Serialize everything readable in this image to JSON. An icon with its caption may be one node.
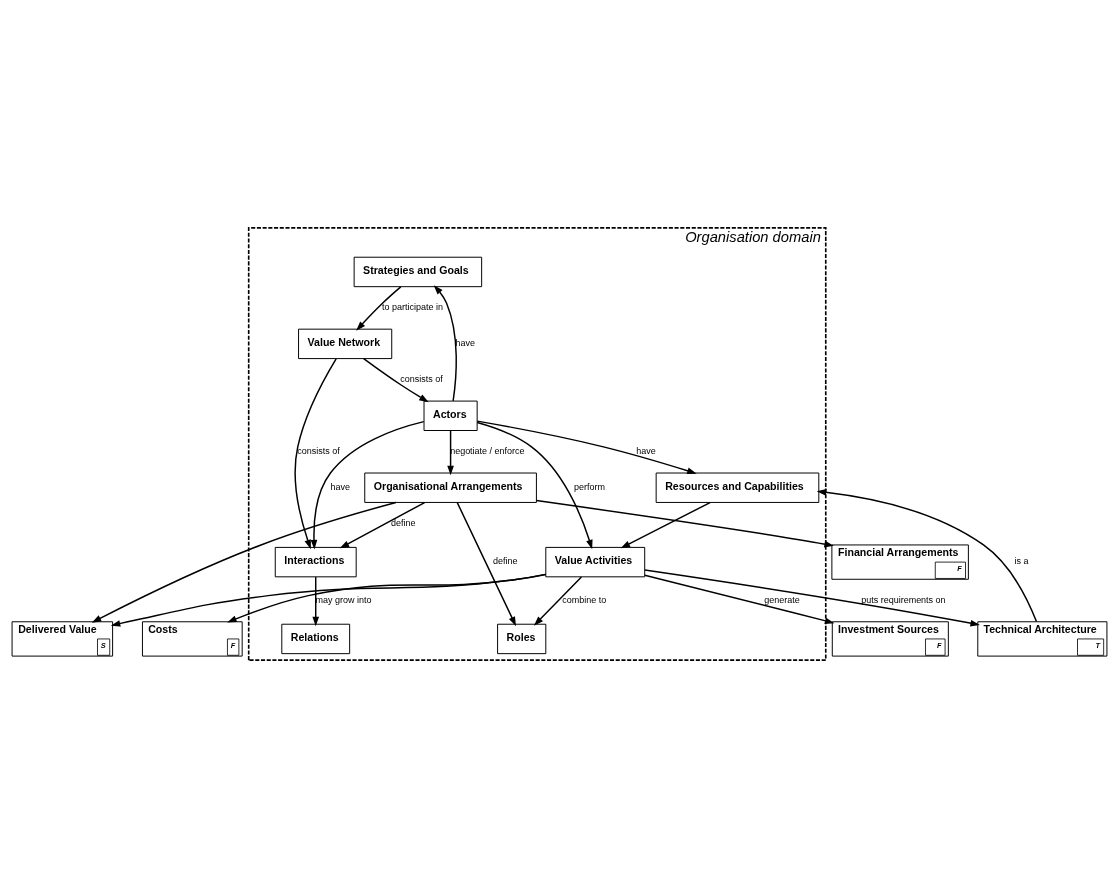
{
  "diagram": {
    "nodes": [
      {
        "text": [
          "Organisation domain"
        ]
      },
      {
        "text": [
          "Strategies and Goals"
        ],
        "in": 0
      },
      {
        "text": [
          "Relations"
        ],
        "in": 0
      },
      {
        "text": [
          "Value Network"
        ],
        "in": 0
      },
      {
        "text": [
          "Resources and Capabilities"
        ],
        "in": 0
      },
      {
        "text": [
          "Actors"
        ],
        "in": 0
      },
      {
        "text": [
          "Interactions"
        ],
        "in": 0
      },
      {
        "text": [
          "Organisational Arrangements"
        ],
        "in": 0
      },
      {
        "text": [
          "Value Activities"
        ],
        "in": 0
      },
      {
        "text": [
          "Roles"
        ],
        "in": 0
      },
      {
        "text": [
          "Financial Arrangements",
          "F"
        ]
      },
      {
        "text": [
          "Technical Architecture",
          "T"
        ]
      },
      {
        "text": [
          "Investment Sources",
          "F"
        ]
      },
      {
        "text": [
          "Costs",
          "F"
        ]
      },
      {
        "text": [
          "Delivered Value",
          "S"
        ]
      }
    ],
    "edges": [
      {
        "from": 1,
        "to": 3,
        "arrow": "to",
        "label": "to participate in"
      },
      {
        "from": 5,
        "to": 1,
        "arrow": "to",
        "label": "have"
      },
      {
        "from": 5,
        "to": 4,
        "arrow": "to",
        "label": "have"
      },
      {
        "from": 3,
        "to": 5,
        "arrow": "to",
        "label": "consists of"
      },
      {
        "from": 3,
        "to": 6,
        "arrow": "to",
        "label": "consists of"
      },
      {
        "from": 5,
        "to": 6,
        "arrow": "to",
        "label": "have"
      },
      {
        "from": 6,
        "to": 2,
        "arrow": "to",
        "label": "may grow into"
      },
      {
        "from": 5,
        "to": 8,
        "arrow": "to",
        "label": "perform"
      },
      {
        "from": 5,
        "to": 7,
        "arrow": "to",
        "label": "negotiate / enforce"
      },
      {
        "from": 7,
        "to": 6,
        "arrow": "to",
        "label": "define"
      },
      {
        "from": 7,
        "to": 10,
        "arrow": "to"
      },
      {
        "from": 7,
        "to": 14,
        "arrow": "to"
      },
      {
        "from": 7,
        "to": 9,
        "arrow": "to",
        "label": "define"
      },
      {
        "from": 8,
        "to": 9,
        "arrow": "to",
        "label": "combine to"
      },
      {
        "from": 4,
        "to": 8,
        "arrow": "to"
      },
      {
        "from": 8,
        "to": 11,
        "arrow": "to",
        "label": "puts requirements on"
      },
      {
        "from": 8,
        "to": 12,
        "arrow": "to",
        "label": "generate"
      },
      {
        "from": 8,
        "to": 13,
        "arrow": "to"
      },
      {
        "from": 8,
        "to": 14,
        "arrow": "to"
      },
      {
        "from": 11,
        "to": 4,
        "arrow": "to",
        "label": "is a"
      }
    ]
  }
}
